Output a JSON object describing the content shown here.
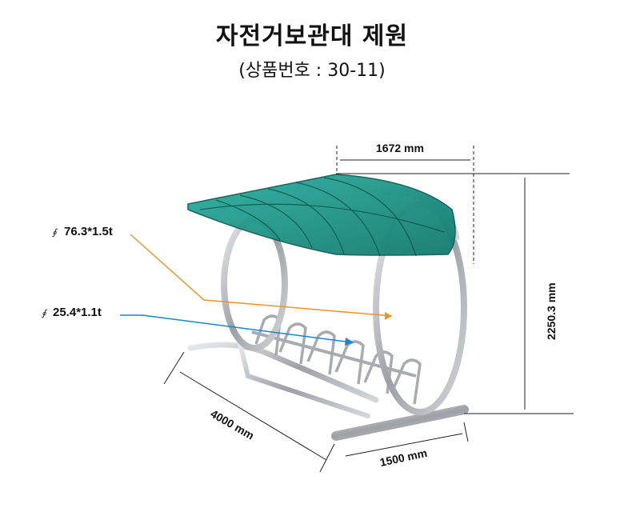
{
  "title": "자전거보관대 제원",
  "subtitle": "(상품번호 : 30-11)",
  "dimensions": {
    "canopy_width": "1672 mm",
    "height": "2250.3 mm",
    "length": "4000 mm",
    "depth": "1500 mm"
  },
  "specs": [
    {
      "symbol": "∮",
      "label": "76.3*1.5t",
      "leader_color": "#e8952a"
    },
    {
      "symbol": "∮",
      "label": "25.4*1.1t",
      "leader_color": "#1a86c8"
    }
  ],
  "colors": {
    "canopy": "#1f9c8c",
    "steel": "#b9bcc0"
  }
}
